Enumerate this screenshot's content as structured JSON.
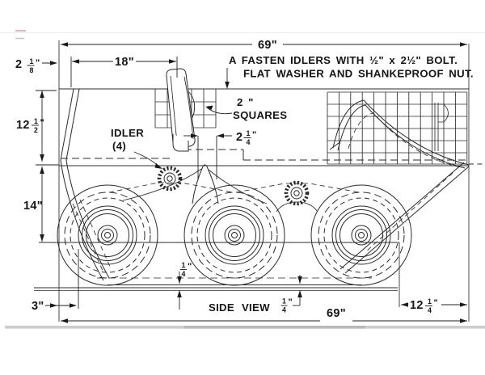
{
  "colors": {
    "line": "#2b2b2b",
    "text": "#161616",
    "page_mark_pink": "#f09e9e",
    "page_mark_blue": "#aecbe4",
    "page_edge_gray": "#c6c6c6"
  },
  "annotations": {
    "note_line1": "A FASTEN IDLERS WITH ½\" x 2½\" BOLT.",
    "note_line2": "FLAT WASHER AND SHANKEPROOF NUT.",
    "squares_value": "2 \"",
    "squares_word": "SQUARES",
    "idler_word": "IDLER",
    "idler_count": "(4)",
    "view_label": "SIDE VIEW"
  },
  "dimensions": {
    "overall_length_top": "69\"",
    "overall_length_bottom": "69\"",
    "cockpit_length": "18\"",
    "front_overhang": {
      "whole": "2",
      "num": "1",
      "den": "8",
      "unit": "\""
    },
    "upper_body_height": {
      "whole": "12",
      "num": "1",
      "den": "2",
      "unit": "\""
    },
    "lower_body_height": "14\"",
    "skid_setback": "3\"",
    "sprocket_offset": {
      "whole": "2",
      "num": "1",
      "den": "4",
      "unit": "\""
    },
    "rear_overhang": {
      "whole": "12",
      "num": "1",
      "den": "4",
      "unit": "\""
    },
    "ground_clearance_front": {
      "num": "1",
      "den": "4",
      "unit": "\""
    },
    "ground_clearance_rear": {
      "num": "1",
      "den": "4",
      "unit": "\""
    }
  }
}
